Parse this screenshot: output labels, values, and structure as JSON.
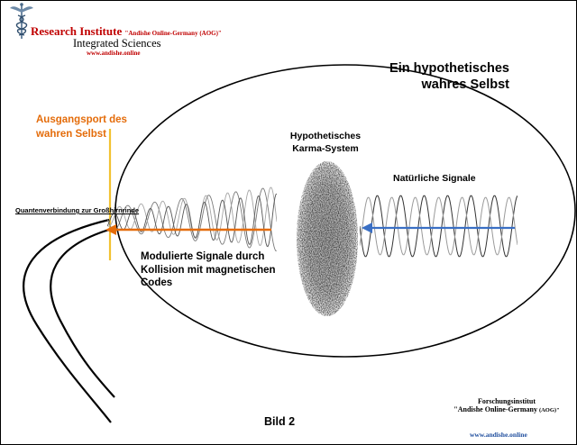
{
  "institute": {
    "title": "Research Institute",
    "title_suffix": "\"Andishe Online-Germany (AOG)\"",
    "subtitle": "Integrated Sciences",
    "url": "www.andishe.online"
  },
  "diagram": {
    "self_title": "Ein hypothetisches wahres Selbst",
    "exit_port_label": "Ausgangsport des wahren Selbst",
    "karma_label": "Hypothetisches Karma-System",
    "natural_signals_label": "Natürliche Signale",
    "quantum_connection_label": "Quantenverbindung zur Großhirnrinde",
    "modulated_signals_label": "Modulierte Signale durch Kollision mit magnetischen Codes",
    "figure_label": "Bild 2"
  },
  "footer": {
    "institute_line1": "Forschungsinstitut",
    "institute_line2": "\"Andishe Online-Germany",
    "institute_line2_suffix": "(AOG)\"",
    "url": "www.andishe.online"
  },
  "colors": {
    "exit_port": "#f2c230",
    "modulated_arrow": "#e46c0a",
    "natural_arrow": "#3a6fc4",
    "accent_red": "#c00000",
    "link_blue": "#1f4e9e"
  },
  "icons": {
    "logo": "caduceus-icon"
  }
}
